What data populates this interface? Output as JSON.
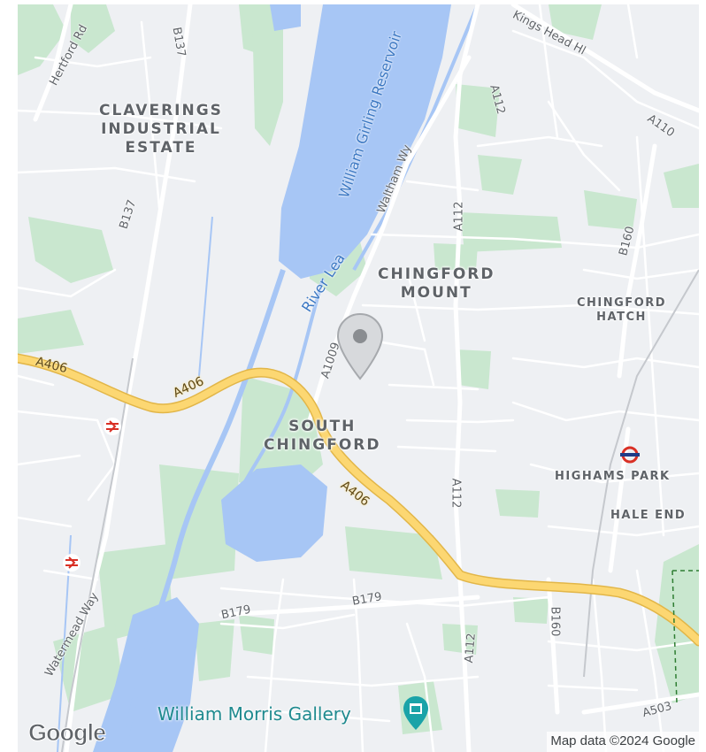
{
  "map": {
    "areas": {
      "claverings": [
        "CLAVERINGS",
        "INDUSTRIAL",
        "ESTATE"
      ],
      "chingford_mount": [
        "CHINGFORD",
        "MOUNT"
      ],
      "chingford_hatch": [
        "CHINGFORD",
        "HATCH"
      ],
      "south_chingford": [
        "SOUTH",
        "CHINGFORD"
      ],
      "highams_park": "HIGHAMS PARK",
      "hale_end": "HALE END"
    },
    "roads": {
      "hertford_rd": "Hertford Rd",
      "b137_top": "B137",
      "b137_mid": "B137",
      "kings_head_hl": "Kings Head Hl",
      "a112_top": "A112",
      "a110": "A110",
      "waltham_wy": "Waltham Wy",
      "a112_mid": "A112",
      "b160_top": "B160",
      "a1009": "A1009",
      "a406_left": "A406",
      "a406_mid": "A406",
      "a406_right": "A406",
      "a112_low": "A112",
      "b179_left": "B179",
      "b179_right": "B179",
      "b160_low": "B160",
      "a112_bottom": "A112",
      "watermead_way": "Watermead Way",
      "a503": "A503"
    },
    "water": {
      "reservoir": "William Girling Reservoir",
      "river": "River Lea"
    },
    "poi": {
      "gallery": "William Morris Gallery"
    },
    "icons": [
      "map-pin-icon",
      "rail-station-icon",
      "underground-station-icon",
      "museum-icon"
    ],
    "colors": {
      "land": "#eef0f3",
      "park": "#c9e7cf",
      "water": "#a7c6f5",
      "highway": "#fcd772",
      "road": "#ffffff"
    },
    "attribution": "Map data ©2024 Google",
    "logo": "Google"
  }
}
